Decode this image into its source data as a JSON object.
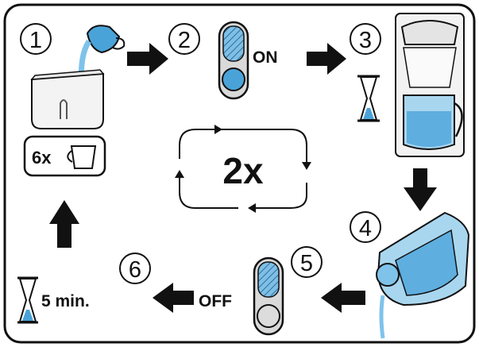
{
  "steps": [
    {
      "number": "1"
    },
    {
      "number": "2"
    },
    {
      "number": "3"
    },
    {
      "number": "4"
    },
    {
      "number": "5"
    },
    {
      "number": "6"
    }
  ],
  "labels": {
    "on": "ON",
    "off": "OFF",
    "repeat": "2x",
    "cups": "6x",
    "wait": "5 min."
  },
  "colors": {
    "water_blue": "#4aa3d8",
    "light_blue": "#a9d6ef",
    "outline": "#111111"
  },
  "icons": [
    "water-jug-icon",
    "water-tank-icon",
    "cup-icon",
    "switch-on-icon",
    "coffee-maker-icon",
    "hourglass-icon",
    "carafe-icon",
    "switch-off-icon",
    "cycle-arrows-icon",
    "arrow-icon"
  ]
}
